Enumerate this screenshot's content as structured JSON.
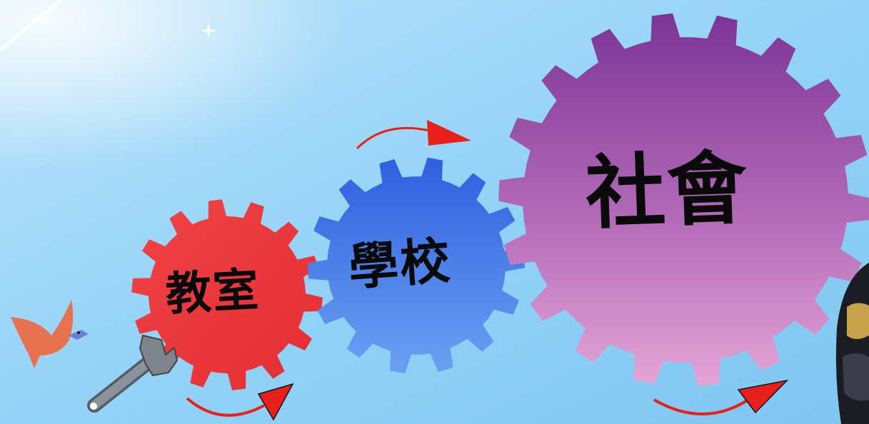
{
  "gears": [
    {
      "id": "classroom",
      "label": "教室",
      "color": "#ef3b3e"
    },
    {
      "id": "school",
      "label": "學校",
      "color": "#3f72ea"
    },
    {
      "id": "society",
      "label": "社會",
      "color": "#9a4ea6"
    }
  ],
  "arrow_color": "#e8201c",
  "background_color": "#8fd0f5",
  "decorations": [
    "bird-icon",
    "wrench-icon",
    "sparkle-icon",
    "photo-fragment"
  ]
}
